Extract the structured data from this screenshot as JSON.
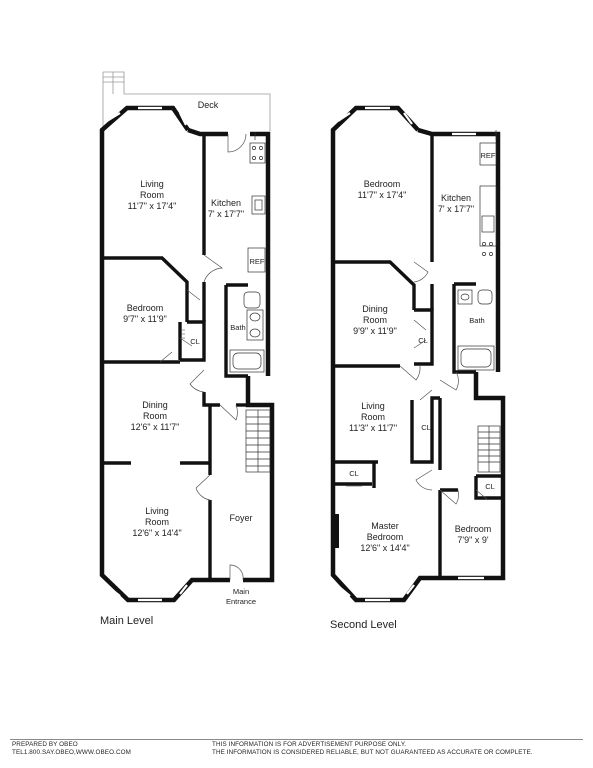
{
  "main_level": {
    "title": "Main Level",
    "rooms": {
      "deck": "Deck",
      "living_top_name": "Living",
      "living_top_name2": "Room",
      "living_top_dim": "11'7\" x 17'4\"",
      "kitchen_name": "Kitchen",
      "kitchen_dim": "7' x 17'7\"",
      "bedroom_name": "Bedroom",
      "bedroom_dim": "9'7\" x 11'9\"",
      "bath": "Bath",
      "closet": "CL",
      "ref": "REF",
      "dining_name": "Dining",
      "dining_name2": "Room",
      "dining_dim": "12'6\" x 11'7\"",
      "living_bottom_name": "Living",
      "living_bottom_name2": "Room",
      "living_bottom_dim": "12'6\" x 14'4\"",
      "foyer": "Foyer",
      "entrance1": "Main",
      "entrance2": "Entrance"
    }
  },
  "second_level": {
    "title": "Second Level",
    "rooms": {
      "bedroom_top_name": "Bedroom",
      "bedroom_top_dim": "11'7\" x 17'4\"",
      "kitchen_name": "Kitchen",
      "kitchen_dim": "7' x 17'7\"",
      "ref": "REF",
      "dining_name": "Dining",
      "dining_name2": "Room",
      "dining_dim": "9'9\" x 11'9\"",
      "closet_dining": "CL",
      "bath": "Bath",
      "living_name": "Living",
      "living_name2": "Room",
      "living_dim": "11'3\" x 11'7\"",
      "closet_living": "CL",
      "closet_master": "CL",
      "master_name": "Master",
      "master_name2": "Bedroom",
      "master_dim": "12'6\" x 14'4\"",
      "closet_bedroom": "CL",
      "bedroom_name": "Bedroom",
      "bedroom_dim": "7'9\" x 9'"
    }
  },
  "footer": {
    "left_line1": "PREPARED BY OBEO",
    "left_line2": "TEL1.800.SAY.OBEO,WWW.OBEO.COM",
    "right_line1": "THIS INFORMATION IS FOR ADVERTISEMENT PURPOSE ONLY.",
    "right_line2": "THE INFORMATION IS CONSIDERED RELIABLE, BUT NOT GUARANTEED AS ACCURATE OR COMPLETE."
  }
}
